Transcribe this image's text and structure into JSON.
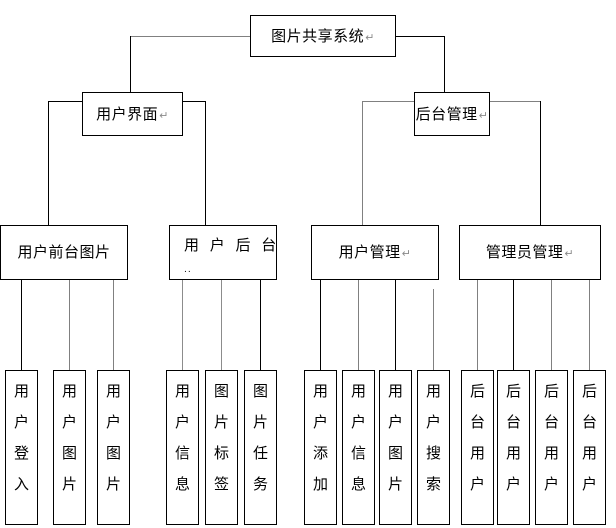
{
  "diagram": {
    "type": "hierarchy-tree",
    "title": "图片共享系统",
    "return_mark": "↵",
    "root": {
      "label": "图片共享系统",
      "has_return_mark": true
    },
    "level2": [
      {
        "label": "用户界面",
        "has_return_mark": true
      },
      {
        "label": "后台管理",
        "has_return_mark": true
      }
    ],
    "level3": [
      {
        "label": "用户前台图片",
        "has_return_mark": false,
        "subline": ""
      },
      {
        "label": "用 户 后 台",
        "has_return_mark": false,
        "subline": ".."
      },
      {
        "label": "用户管理",
        "has_return_mark": true,
        "subline": ""
      },
      {
        "label": "管理员管理",
        "has_return_mark": true,
        "subline": ""
      }
    ],
    "leaves": [
      {
        "group": 1,
        "label": "用户登入",
        "chars": [
          "用",
          "户",
          "登",
          "入"
        ]
      },
      {
        "group": 1,
        "label": "用户图片",
        "chars": [
          "用",
          "户",
          "图",
          "片"
        ]
      },
      {
        "group": 1,
        "label": "用户图片",
        "chars": [
          "用",
          "户",
          "图",
          "片"
        ]
      },
      {
        "group": 2,
        "label": "用户信息",
        "chars": [
          "用",
          "户",
          "信",
          "息"
        ]
      },
      {
        "group": 2,
        "label": "图片标签",
        "chars": [
          "图",
          "片",
          "标",
          "签"
        ]
      },
      {
        "group": 2,
        "label": "图片任务",
        "chars": [
          "图",
          "片",
          "任",
          "务"
        ]
      },
      {
        "group": 3,
        "label": "用户添加",
        "chars": [
          "用",
          "户",
          "添",
          "加"
        ]
      },
      {
        "group": 3,
        "label": "用户信息",
        "chars": [
          "用",
          "户",
          "信",
          "息"
        ]
      },
      {
        "group": 3,
        "label": "用户图片",
        "chars": [
          "用",
          "户",
          "图",
          "片"
        ]
      },
      {
        "group": 3,
        "label": "用户搜索",
        "chars": [
          "用",
          "户",
          "搜",
          "索"
        ]
      },
      {
        "group": 4,
        "label": "后台用户",
        "chars": [
          "后",
          "台",
          "用",
          "户"
        ]
      },
      {
        "group": 4,
        "label": "后台用户",
        "chars": [
          "后",
          "台",
          "用",
          "户"
        ]
      },
      {
        "group": 4,
        "label": "后台用户",
        "chars": [
          "后",
          "台",
          "用",
          "户"
        ]
      },
      {
        "group": 4,
        "label": "后台用户",
        "chars": [
          "后",
          "台",
          "用",
          "户"
        ]
      }
    ],
    "colors": {
      "stroke": "#000000",
      "stroke_light": "#808080",
      "background": "#ffffff",
      "text": "#000000",
      "return_mark": "#8a8a8a"
    }
  }
}
